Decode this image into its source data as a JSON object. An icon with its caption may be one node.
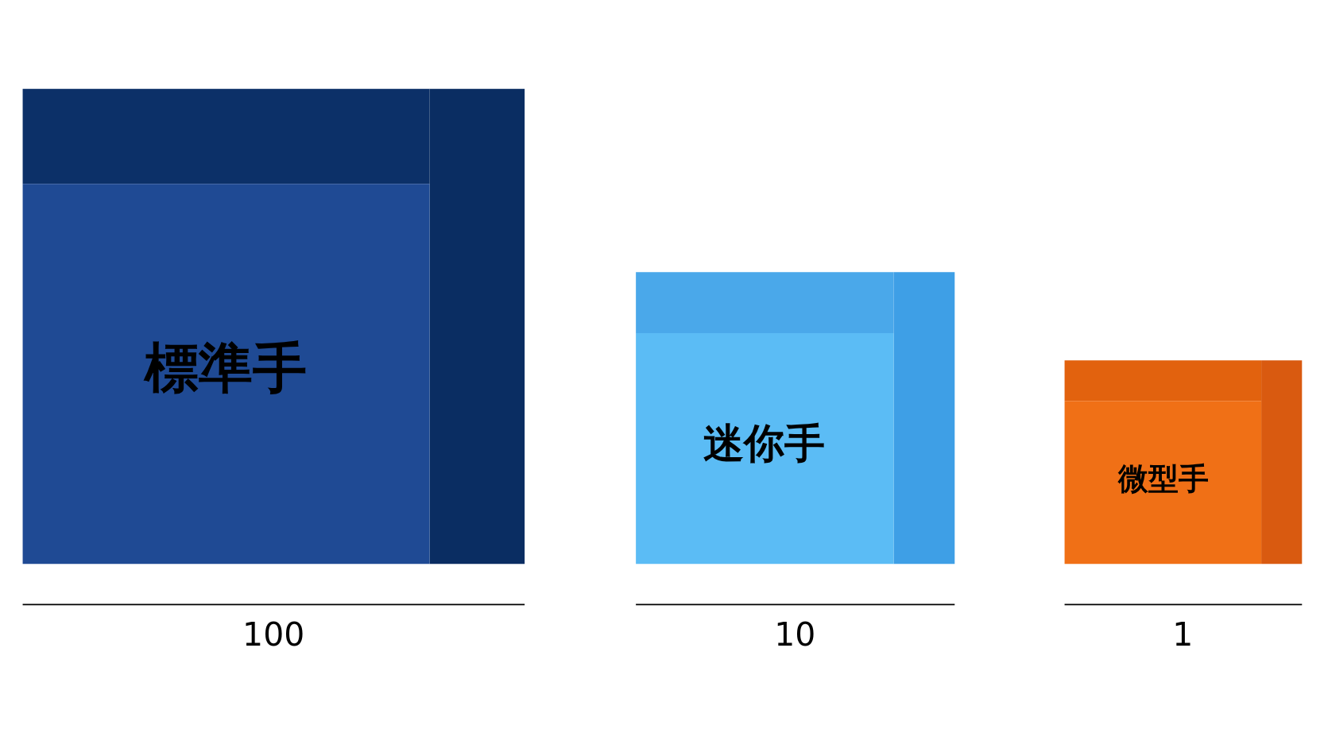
{
  "diagram": {
    "nodes": [
      {
        "text": [
          "標準手"
        ],
        "beside": [
          "100"
        ]
      },
      {
        "text": [
          "迷你手"
        ],
        "beside": [
          "10"
        ]
      },
      {
        "text": [
          "微型手"
        ],
        "beside": [
          "1"
        ]
      }
    ]
  }
}
